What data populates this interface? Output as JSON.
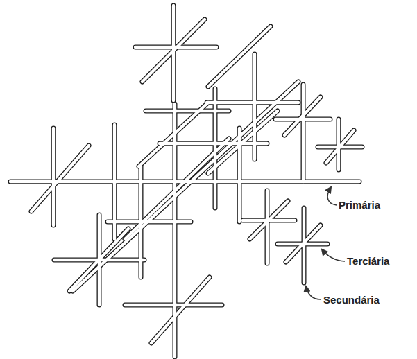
{
  "diagram": {
    "labels": [
      "Primária",
      "Terciária",
      "Secundária"
    ]
  }
}
